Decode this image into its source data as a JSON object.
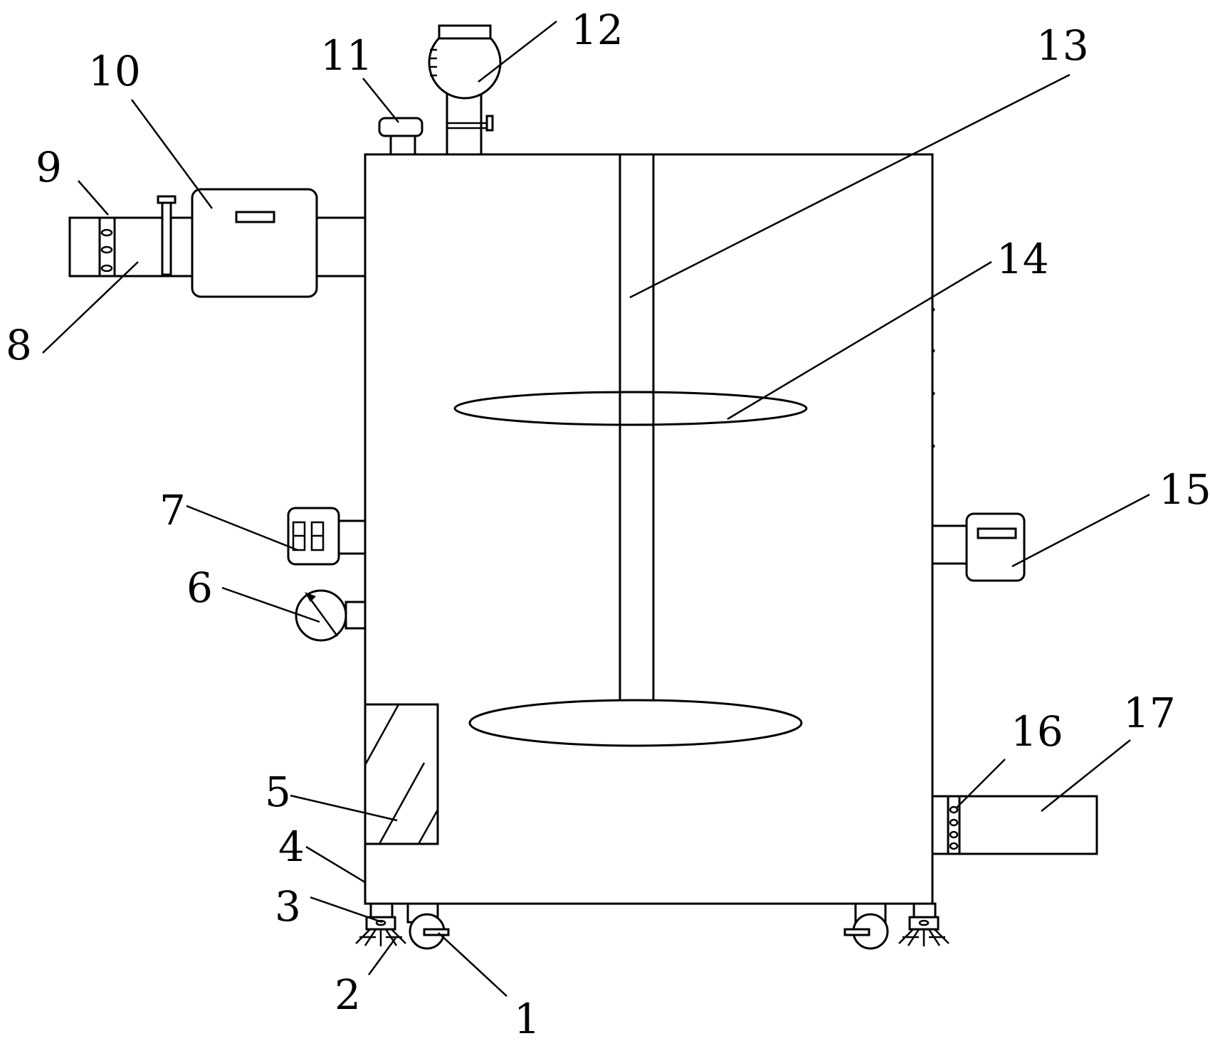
{
  "colors": {
    "stroke": "#000000",
    "background": "#ffffff"
  },
  "labels": {
    "l1": "1",
    "l2": "2",
    "l3": "3",
    "l4": "4",
    "l5": "5",
    "l6": "6",
    "l7": "7",
    "l8": "8",
    "l9": "9",
    "l10": "10",
    "l11": "11",
    "l12": "12",
    "l13": "13",
    "l14": "14",
    "l15": "15",
    "l16": "16",
    "l17": "17"
  }
}
